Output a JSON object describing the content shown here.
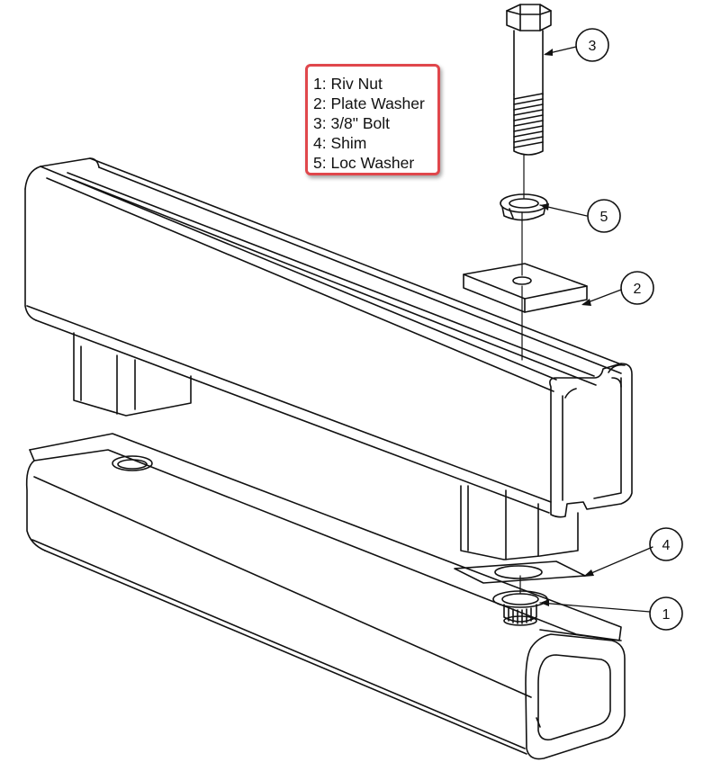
{
  "legend": {
    "items": [
      "1: Riv Nut",
      "2: Plate Washer",
      "3: 3/8\" Bolt",
      "4: Shim",
      "5: Loc Washer"
    ]
  },
  "callouts": {
    "c1": "1",
    "c2": "2",
    "c3": "3",
    "c4": "4",
    "c5": "5"
  },
  "colors": {
    "legend_border": "#e0474c",
    "line": "#111111",
    "background": "#ffffff"
  }
}
